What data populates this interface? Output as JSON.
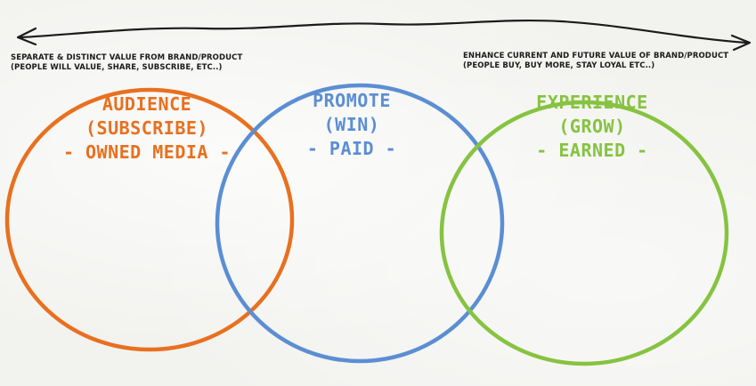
{
  "captions": {
    "left": {
      "line1": "SEPARATE & DISTINCT VALUE FROM BRAND/PRODUCT",
      "line2": "(PEOPLE WILL VALUE, SHARE, SUBSCRIBE, ETC..)"
    },
    "right": {
      "line1": "ENHANCE CURRENT AND FUTURE VALUE OF BRAND/PRODUCT",
      "line2": "(PEOPLE BUY, BUY MORE, STAY LOYAL ETC..)"
    }
  },
  "circles": [
    {
      "id": "audience",
      "title": "AUDIENCE",
      "subtitle": "(SUBSCRIBE)",
      "media": "- OWNED MEDIA -",
      "color": "#e8701f"
    },
    {
      "id": "promote",
      "title": "PROMOTE",
      "subtitle": "(WIN)",
      "media": "- PAID -",
      "color": "#5b8ed3"
    },
    {
      "id": "experience",
      "title": "EXPERIENCE",
      "subtitle": "(GROW)",
      "media": "- EARNED -",
      "color": "#86c340"
    }
  ],
  "arrow": {
    "color": "#1b1b1b"
  }
}
